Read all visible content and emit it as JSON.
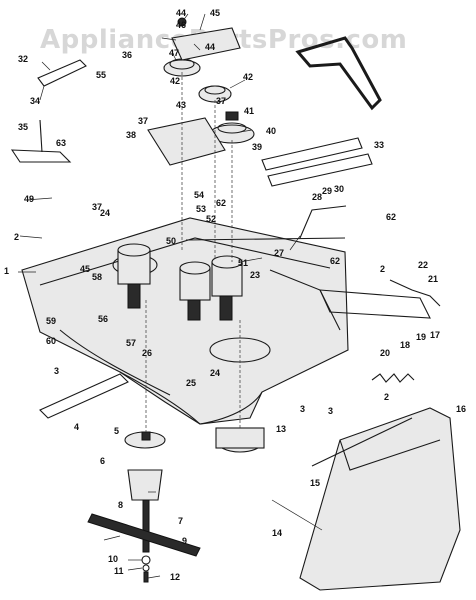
{
  "watermark": "AppliancePartsPros.com",
  "callouts": [
    "44",
    "45",
    "46",
    "47",
    "36",
    "55",
    "44",
    "42",
    "42",
    "32",
    "34",
    "43",
    "37",
    "41",
    "40",
    "39",
    "37",
    "38",
    "35",
    "63",
    "33",
    "54",
    "28",
    "29",
    "30",
    "62",
    "49",
    "37",
    "24",
    "53",
    "52",
    "62",
    "2",
    "50",
    "51",
    "27",
    "62",
    "1",
    "23",
    "2",
    "22",
    "21",
    "45",
    "58",
    "59",
    "56",
    "57",
    "26",
    "60",
    "17",
    "19",
    "3",
    "24",
    "25",
    "20",
    "18",
    "3",
    "2",
    "16",
    "3",
    "4",
    "5",
    "13",
    "6",
    "15",
    "8",
    "7",
    "9",
    "14",
    "10",
    "11",
    "12"
  ]
}
